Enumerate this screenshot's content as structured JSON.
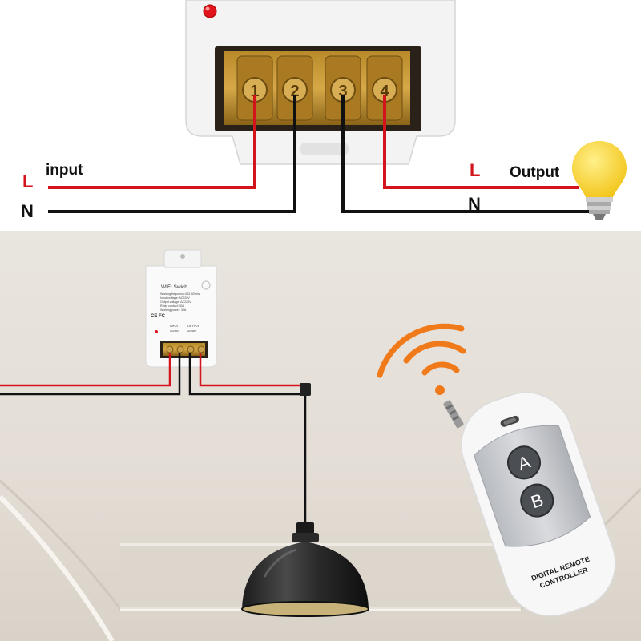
{
  "wiring_diagram": {
    "terminals": [
      "1",
      "2",
      "3",
      "4"
    ],
    "input_label": "input",
    "input_l": "L",
    "input_n": "N",
    "output_label": "Output",
    "output_l": "L",
    "output_n": "N"
  },
  "wifi_module": {
    "title": "WIFI Swich",
    "specs": [
      "Working frequency:433. 92mhz",
      "Input vo ltage: AC220V",
      "Output voltage: AC220V",
      "Relay contact: 30A",
      "Working power: 30A"
    ],
    "cert": "CE FC",
    "input_label": "INPUT",
    "output_label": "OUTPUT",
    "input_voltage": "AC220V",
    "output_voltage": "AC220V"
  },
  "remote": {
    "button_a": "A",
    "button_b": "B",
    "brand_line1": "DIGITAL REMOTE",
    "brand_line2": "CONTROLLER"
  },
  "colors": {
    "live_wire": "#d3141c",
    "neutral_wire": "#111111",
    "signal": "#f07a1a",
    "bulb": "#f6d324",
    "ceiling": "#e8e3dc"
  }
}
